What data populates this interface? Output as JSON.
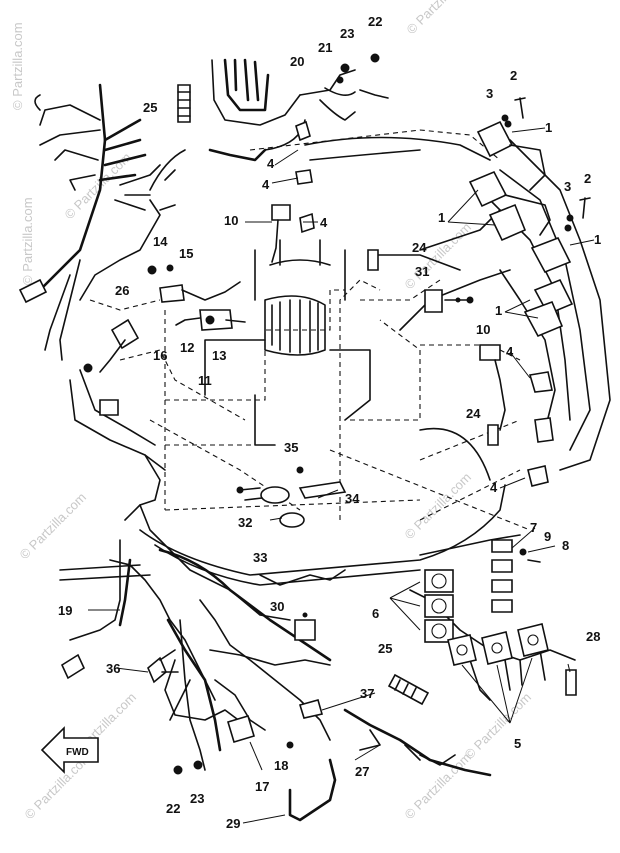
{
  "diagram": {
    "watermark": "© Partzilla.com",
    "fwd_label": "FWD",
    "callouts": [
      "1",
      "2",
      "3",
      "4",
      "5",
      "6",
      "7",
      "8",
      "9",
      "10",
      "11",
      "12",
      "13",
      "14",
      "15",
      "16",
      "17",
      "18",
      "19",
      "20",
      "21",
      "22",
      "23",
      "24",
      "25",
      "26",
      "27",
      "28",
      "29",
      "30",
      "31",
      "32",
      "33",
      "34",
      "35",
      "36",
      "37"
    ]
  }
}
